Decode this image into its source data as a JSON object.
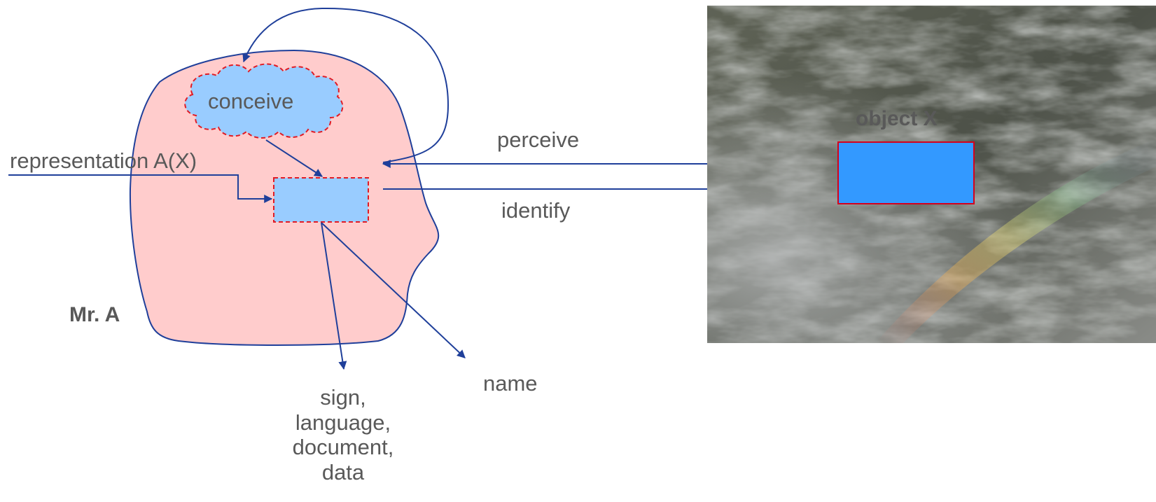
{
  "diagram": {
    "labels": {
      "conceive": "conceive",
      "representation": "representation A(X)",
      "perceive": "perceive",
      "identify": "identify",
      "mr_a": "Mr. A",
      "object_x": "object X",
      "name": "name",
      "sign_lines": [
        "sign,",
        "language,",
        "document,",
        "data"
      ]
    },
    "colors": {
      "head_fill": "#ffcccc",
      "head_stroke": "#1f3f9a",
      "cloud_fill": "#99ccff",
      "cloud_stroke": "#e01b24",
      "rep_box_fill": "#99ccff",
      "rep_box_stroke": "#e01b24",
      "arrow": "#1f3f9a",
      "object_fill": "#3399ff",
      "object_stroke": "#d6001c",
      "text": "#595959"
    }
  }
}
